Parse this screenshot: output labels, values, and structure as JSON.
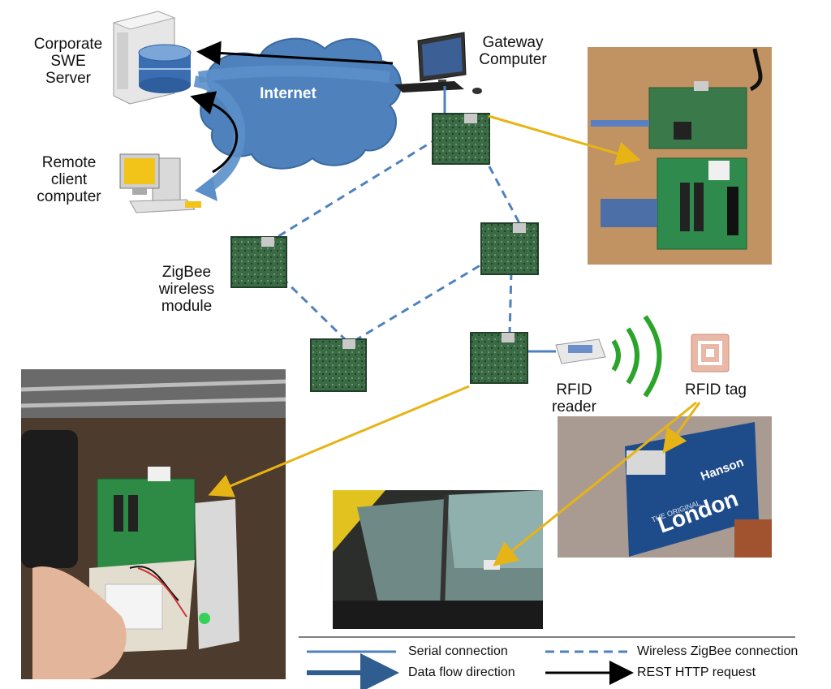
{
  "labels": {
    "corporate_server": "Corporate\nSWE\nServer",
    "remote_client": "Remote\nclient\ncomputer",
    "internet": "Internet",
    "gateway_computer": "Gateway\nComputer",
    "zigbee_module": "ZigBee\nwireless\nmodule",
    "rfid_reader": "RFID\nreader",
    "rfid_tag": "RFID tag"
  },
  "photo_text": {
    "crate_brand": "Hanson",
    "crate_city": "London",
    "crate_tagline": "THE ORIGINAL"
  },
  "legend": {
    "serial": "Serial connection",
    "wireless": "Wireless ZigBee connection",
    "dataflow": "Data flow direction",
    "rest": "REST HTTP request"
  },
  "colors": {
    "cloud": "#4f81bd",
    "cloud_dark": "#2f5d8f",
    "serial_line": "#4f81bd",
    "callout": "#e7b416",
    "pcb": "#2e5f3a",
    "rfid_wave": "#2aa52a"
  }
}
